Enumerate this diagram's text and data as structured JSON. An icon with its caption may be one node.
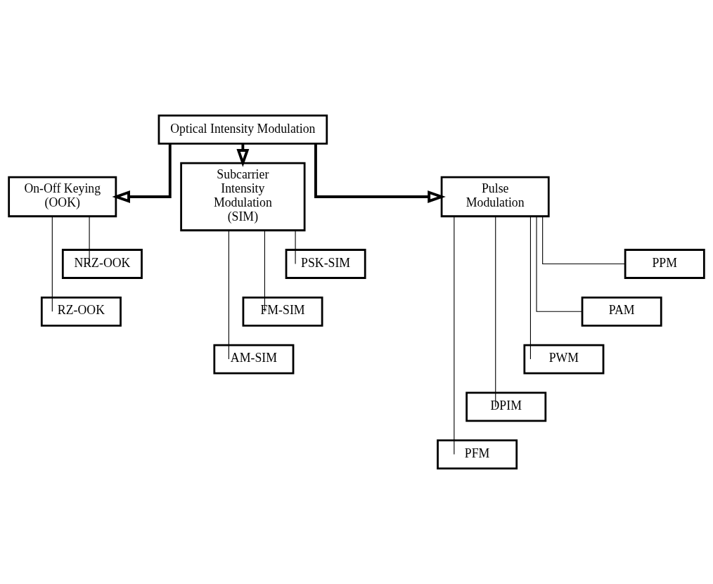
{
  "diagram": {
    "nodes": [
      {
        "text": [
          "Optical Intensity Modulation"
        ]
      },
      {
        "text": [
          "On-Off Keying (OOK)"
        ]
      },
      {
        "text": [
          "Subcarrier Intensity Modulation (SIM)"
        ]
      },
      {
        "text": [
          "Pulse Modulation"
        ]
      },
      {
        "text": [
          "NRZ-OOK"
        ]
      },
      {
        "text": [
          "RZ-OOK"
        ]
      },
      {
        "text": [
          "PSK-SIM"
        ]
      },
      {
        "text": [
          "FM-SIM"
        ]
      },
      {
        "text": [
          "AM-SIM"
        ]
      },
      {
        "text": [
          "PPM"
        ]
      },
      {
        "text": [
          "PAM"
        ]
      },
      {
        "text": [
          "PWM"
        ]
      },
      {
        "text": [
          "DPIM"
        ]
      },
      {
        "text": [
          "PFM"
        ]
      }
    ],
    "edges": [
      {
        "from": 0,
        "to": 1,
        "arrow": "to",
        "style": "thick"
      },
      {
        "from": 0,
        "to": 2,
        "arrow": "to",
        "style": "thick"
      },
      {
        "from": 0,
        "to": 3,
        "arrow": "to",
        "style": "thick"
      },
      {
        "from": 1,
        "to": 4,
        "arrow": "none"
      },
      {
        "from": 1,
        "to": 5,
        "arrow": "none"
      },
      {
        "from": 2,
        "to": 6,
        "arrow": "none"
      },
      {
        "from": 2,
        "to": 7,
        "arrow": "none"
      },
      {
        "from": 2,
        "to": 8,
        "arrow": "none"
      },
      {
        "from": 3,
        "to": 9,
        "arrow": "none"
      },
      {
        "from": 3,
        "to": 10,
        "arrow": "none"
      },
      {
        "from": 3,
        "to": 11,
        "arrow": "none"
      },
      {
        "from": 3,
        "to": 12,
        "arrow": "none"
      },
      {
        "from": 3,
        "to": 13,
        "arrow": "none"
      }
    ]
  }
}
